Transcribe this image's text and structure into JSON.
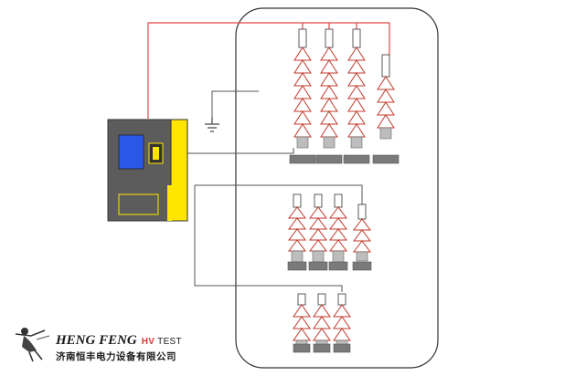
{
  "brand": {
    "name": "HENG FENG",
    "hv": "HV",
    "test": "TEST",
    "chinese": "济南恒丰电力设备有限公司"
  },
  "colors": {
    "high_voltage_wire": "#e04848",
    "connection_wire": "#555555",
    "instrument_body": "#5c5c5c",
    "instrument_panel": "#ffe600",
    "screen": "#2a57e6",
    "insulator_shed": "#c0392b",
    "base": "#7a7a7a",
    "enclosure": "#333333"
  },
  "icons": [
    "ground-icon",
    "worker-logo-icon"
  ]
}
